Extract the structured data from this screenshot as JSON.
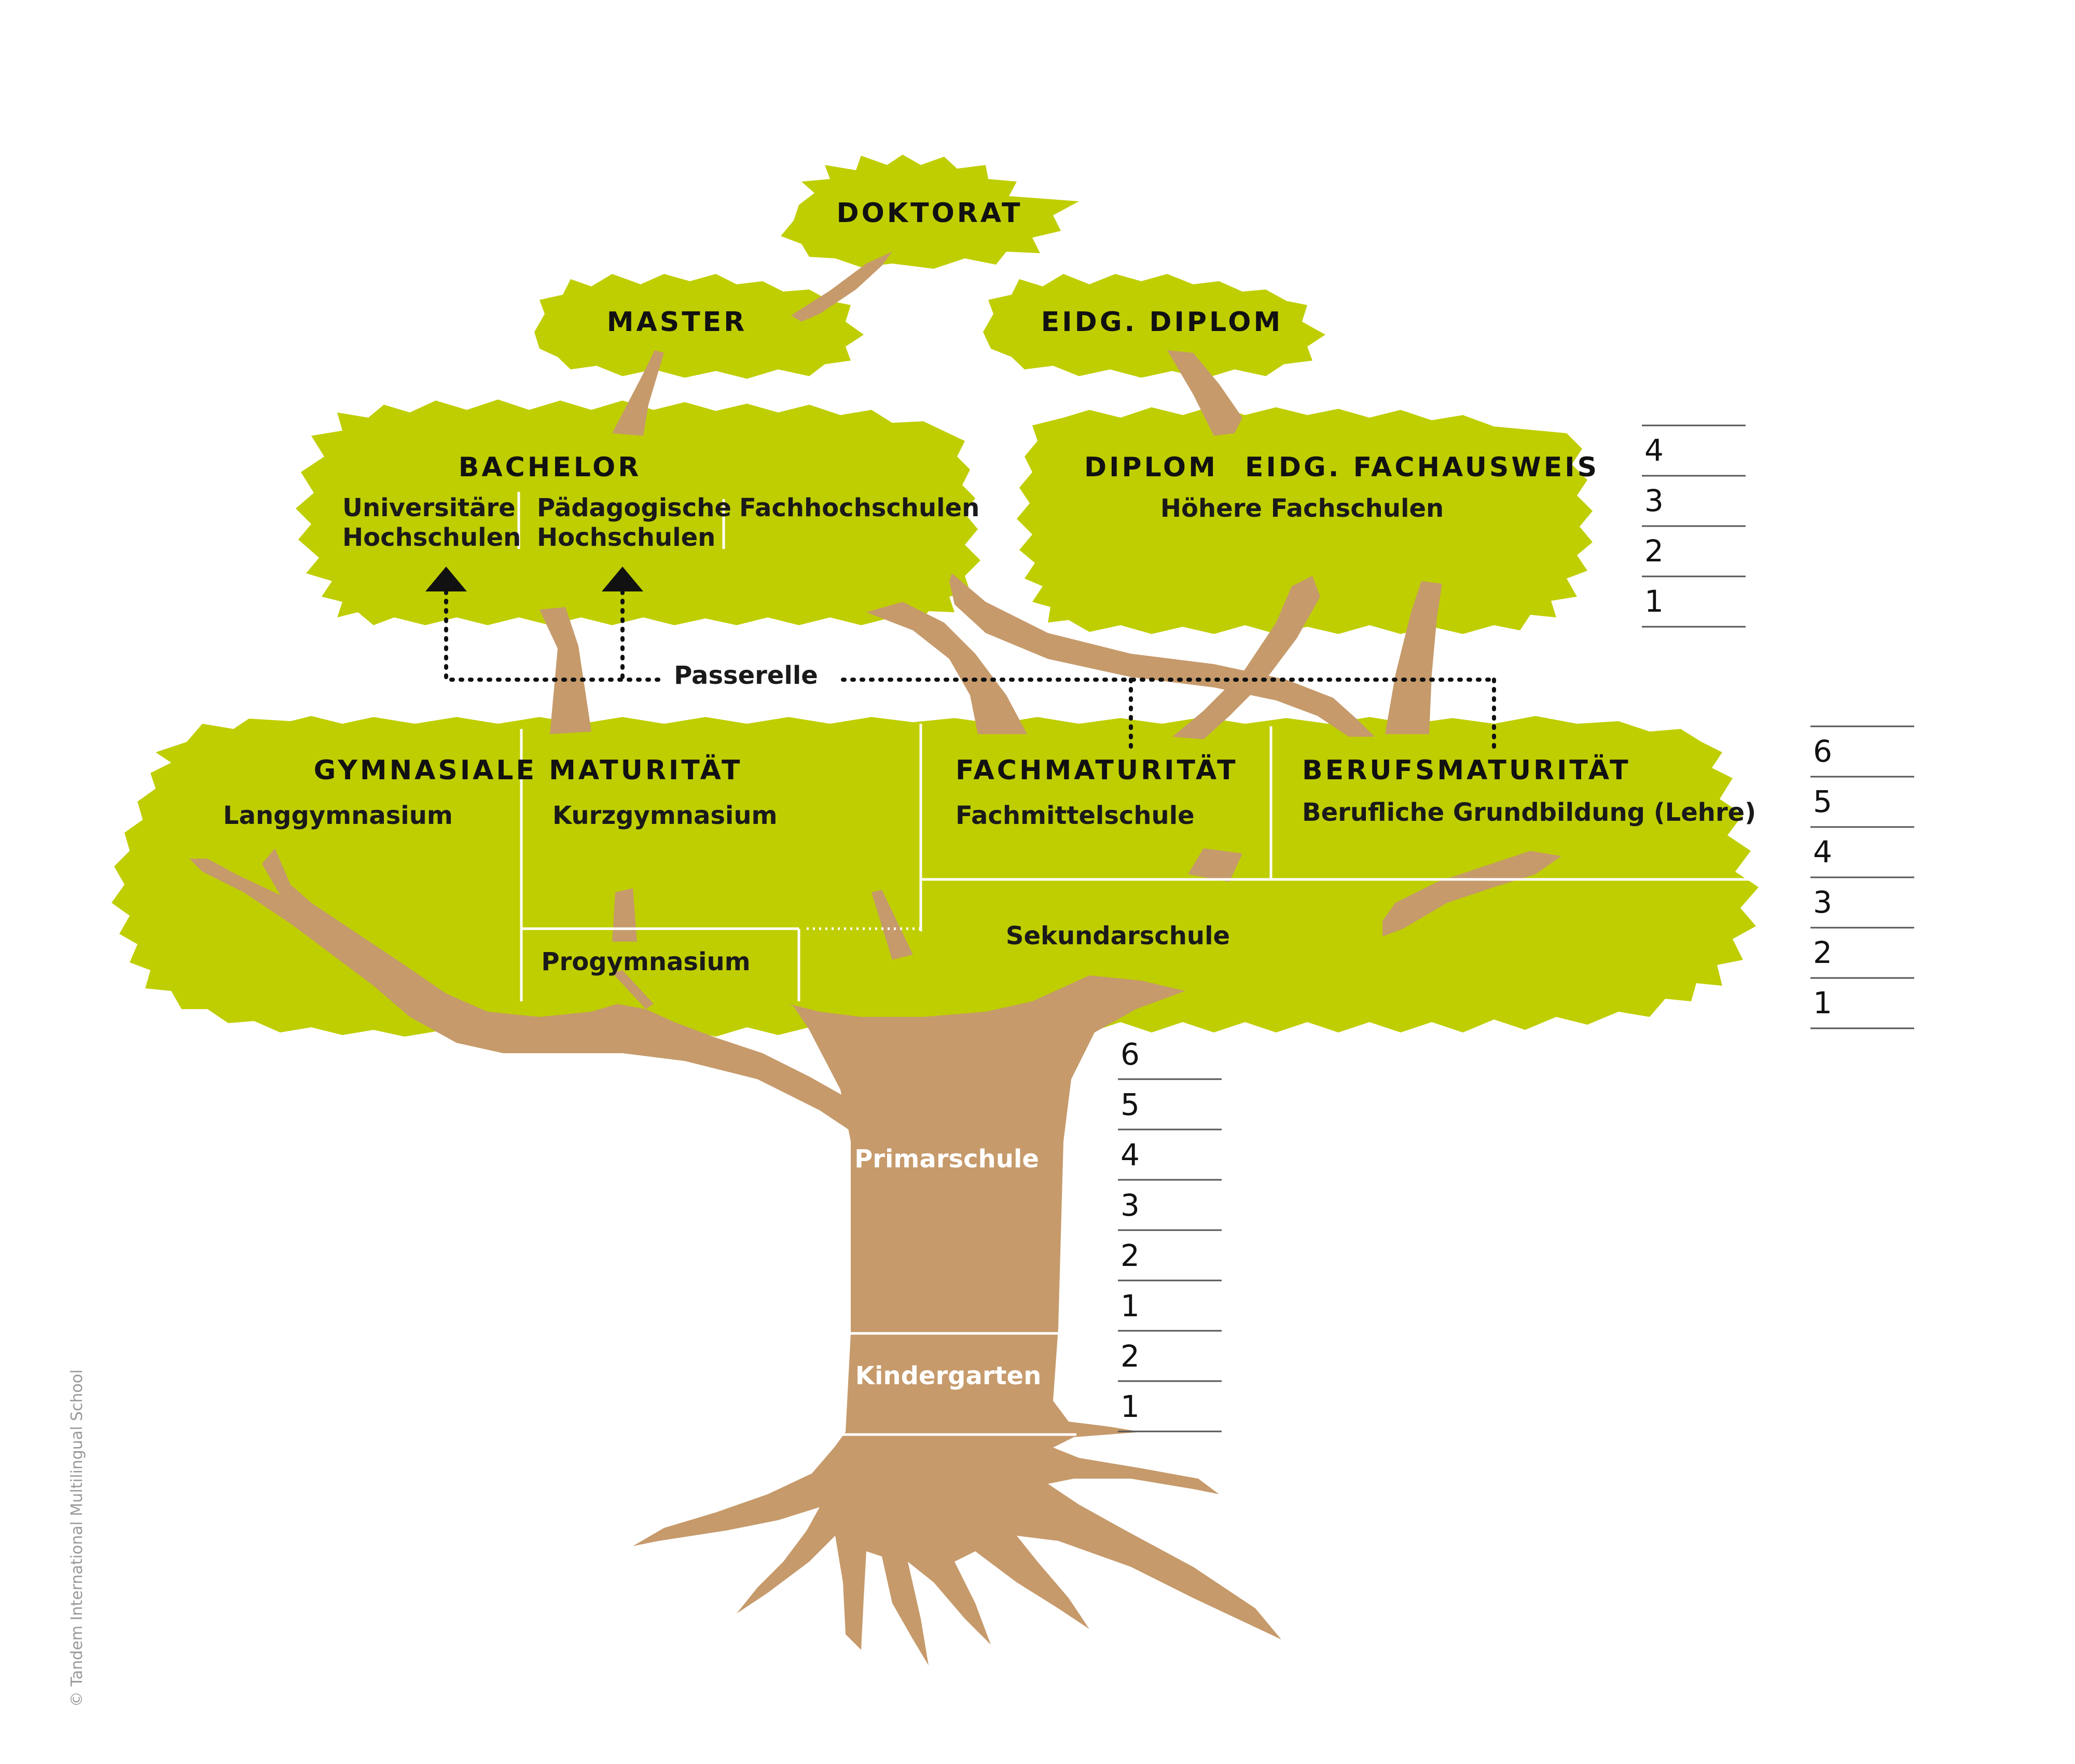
{
  "colors": {
    "foliage": "#bfce00",
    "trunk": "#c69a6b",
    "text": "#111111",
    "background": "#ffffff"
  },
  "levels": {
    "doktorat": "DOKTORAT",
    "master": "MASTER",
    "eidg_diplom": "EIDG. DIPLOM",
    "bachelor": "BACHELOR",
    "diplom": "DIPLOM",
    "eidg_fachausweis": "EIDG. FACHAUSWEIS"
  },
  "institutions": {
    "universitaere_1": "Universitäre",
    "universitaere_2": "Hochschulen",
    "paedagogische_1": "Pädagogische",
    "paedagogische_2": "Hochschulen",
    "fachhochschulen": "Fachhochschulen",
    "hoehere_fachschulen": "Höhere Fachschulen"
  },
  "passerelle": "Passerelle",
  "secondary": {
    "gymnasiale_maturitaet": "GYMNASIALE MATURITÄT",
    "langgymnasium": "Langgymnasium",
    "kurzgymnasium": "Kurzgymnasium",
    "progymnasium": "Progymnasium",
    "fachmaturitaet": "FACHMATURITÄT",
    "fachmittelschule": "Fachmittelschule",
    "berufsmaturitaet": "BERUFSMATURITÄT",
    "berufliche_grundbildung": "Berufliche Grundbildung (Lehre)",
    "sekundarschule": "Sekundarschule"
  },
  "primary": {
    "primarschule": "Primarschule",
    "kindergarten": "Kindergarten"
  },
  "scales": {
    "tertiary": [
      "4",
      "3",
      "2",
      "1"
    ],
    "secondary": [
      "6",
      "5",
      "4",
      "3",
      "2",
      "1"
    ],
    "primary": [
      "6",
      "5",
      "4",
      "3",
      "2",
      "1",
      "2",
      "1"
    ]
  },
  "copyright": "© Tandem International Multilingual School"
}
